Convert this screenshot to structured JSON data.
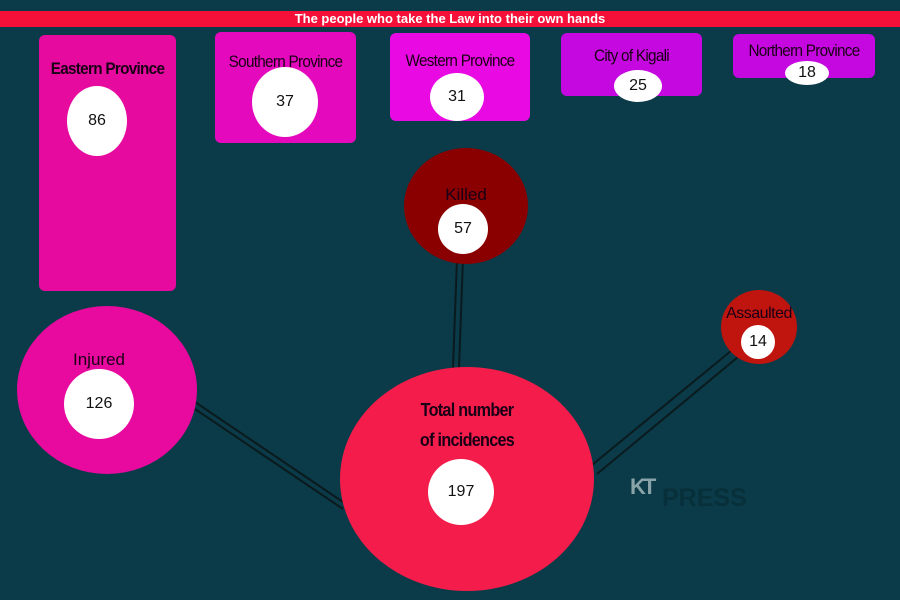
{
  "title": "The people who take the Law into their own hands",
  "provinces": [
    {
      "name": "Eastern Province",
      "value": "86",
      "color": "#e60a9f"
    },
    {
      "name": "Southern Province",
      "value": "37",
      "color": "#e509bd"
    },
    {
      "name": "Western Province",
      "value": "31",
      "color": "#e90ae3"
    },
    {
      "name": "City of Kigali",
      "value": "25",
      "color": "#c507e0"
    },
    {
      "name": "Northern Province",
      "value": "18",
      "color": "#c507e0"
    }
  ],
  "outcomes": {
    "killed": {
      "label": "Killed",
      "value": "57",
      "color": "#8a0000"
    },
    "assaulted": {
      "label": "Assaulted",
      "value": "14",
      "color": "#c0150f"
    },
    "injured": {
      "label": "Injured",
      "value": "126",
      "color": "#e8099e"
    },
    "total": {
      "label_line1": "Total number",
      "label_line2": "of incidences",
      "value": "197",
      "color": "#f41c4a"
    }
  },
  "logo": {
    "text_kt": "KT",
    "text_press": "PRESS"
  }
}
